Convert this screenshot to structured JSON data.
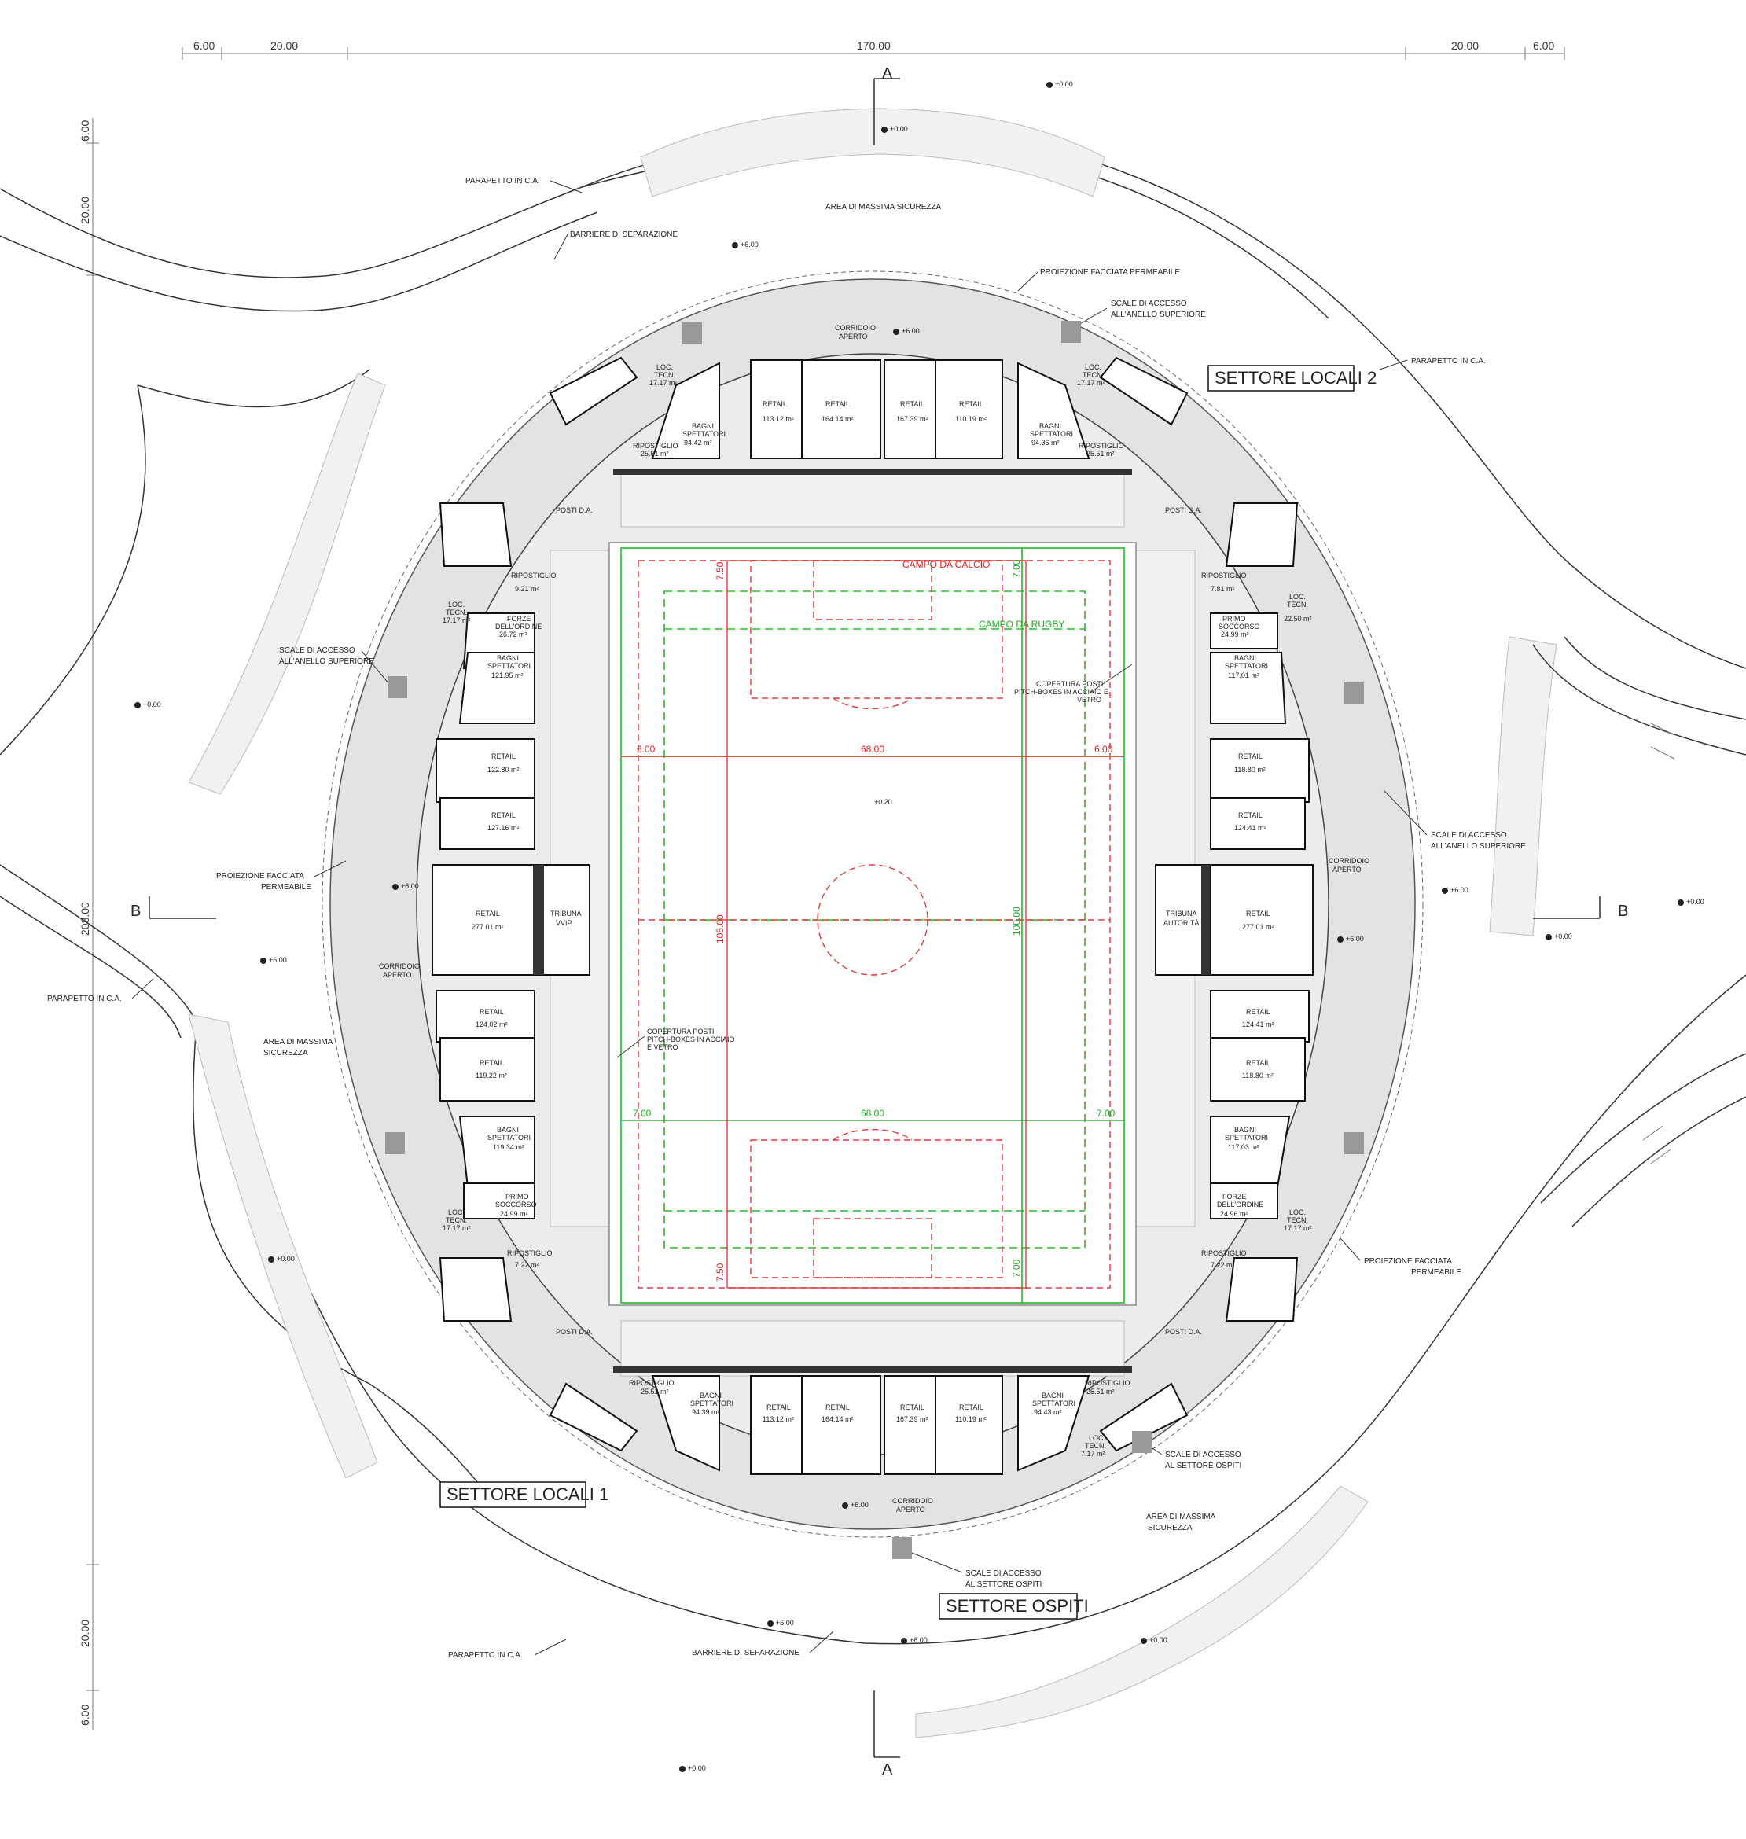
{
  "dimensions": {
    "top": [
      "6.00",
      "20.00",
      "170.00",
      "20.00",
      "6.00"
    ],
    "left": [
      "6.00",
      "20.00",
      "208.00",
      "20.00",
      "6.00"
    ],
    "pitch": {
      "width_top": "68.00",
      "width_bottom": "68.00",
      "margin_red": "6.00",
      "margin_green": "7.00",
      "length_red": "105.00",
      "length_green": "100.00",
      "end_red": "7.50",
      "end_green": "7.00"
    }
  },
  "section_marks": {
    "a": "A",
    "b": "B"
  },
  "sectors": {
    "locali_2": "SETTORE LOCALI 2",
    "locali_1": "SETTORE LOCALI 1",
    "ospiti": "SETTORE OSPITI"
  },
  "fields": {
    "calcio": "CAMPO DA CALCIO",
    "rugby": "CAMPO DA RUGBY"
  },
  "annotations": {
    "parapetto": "PARAPETTO IN C.A.",
    "massima_sicurezza": "AREA DI MASSIMA SICUREZZA",
    "massima_l1": "AREA DI MASSIMA",
    "massima_l2": "SICUREZZA",
    "barriere": "BARRIERE DI SEPARAZIONE",
    "proiezione": "PROIEZIONE FACCIATA PERMEABILE",
    "proiezione_l1": "PROIEZIONE FACCIATA",
    "proiezione_l2": "PERMEABILE",
    "scale_anello_l1": "SCALE DI ACCESSO",
    "scale_anello_l2": "ALL'ANELLO SUPERIORE",
    "scale_ospiti_l1": "SCALE DI ACCESSO",
    "scale_ospiti_l2": "AL SETTORE OSPITI",
    "corridoio_l1": "CORRIDOIO",
    "corridoio_l2": "APERTO",
    "posti_da": "POSTI D.A.",
    "copertura_l1": "COPERTURA POSTI",
    "copertura_l2": "PITCH-BOXES IN ACCIAIO E",
    "copertura_l3": "VETRO",
    "copertura_b_l1": "COPERTURA POSTI",
    "copertura_b_l2": "PITCH-BOXES IN ACCIAIO",
    "copertura_b_l3": "E VETRO"
  },
  "levels": {
    "zero": "+0.00",
    "six": "+6.00",
    "pitch": "+0.20"
  },
  "rooms": {
    "retail": "RETAIL",
    "bagni_l1": "BAGNI",
    "bagni_l2": "SPETTATORI",
    "ripostiglio": "RIPOSTIGLIO",
    "loc_l1": "LOC.",
    "loc_l2": "TECN.",
    "forze_l1": "FORZE",
    "forze_l2": "DELL'ORDINE",
    "primo_l1": "PRIMO",
    "primo_l2": "SOCCORSO",
    "tribuna": "TRIBUNA",
    "vvip": "VVIP",
    "autorita": "AUTORITÀ",
    "areas": {
      "top_retail": [
        "113.12 m²",
        "164.14 m²",
        "167.39 m²",
        "110.19 m²"
      ],
      "bottom_retail": [
        "113.12 m²",
        "164.14 m²",
        "167.39 m²",
        "110.19 m²"
      ],
      "top_bagni": [
        "94.42 m²",
        "94.36 m²"
      ],
      "bottom_bagni": [
        "94.39 m²",
        "94.43 m²"
      ],
      "top_rip": [
        "25.51 m²",
        "25.51 m²"
      ],
      "bottom_rip": [
        "25.51 m²",
        "25.51 m²"
      ],
      "loc_tl": "17.17 m²",
      "loc_tr": "17.17 m²",
      "loc_ml": "17.17 m²",
      "loc_mr": "22.50 m²",
      "loc_bl": "17.17 m²",
      "loc_br": "17.17 m²",
      "loc_bbl": "7.17 m²",
      "rip_ul": "9.21 m²",
      "rip_ur": "7.81 m²",
      "rip_ll": "7.22 m²",
      "rip_lr": "7.22 m²",
      "forze_ul": "26.72 m²",
      "primo_ur": "24.99 m²",
      "bagni_ul": "121.95 m²",
      "bagni_ur": "117.01 m²",
      "left_retail": [
        "122.80 m²",
        "127.16 m²",
        "277.01 m²",
        "124.02 m²",
        "119.22 m²"
      ],
      "right_retail": [
        "118.80 m²",
        "124.41 m²",
        "277.01 m²",
        "124.41 m²",
        "118.80 m²"
      ],
      "bagni_ll": "119.34 m²",
      "bagni_lr": "117.03 m²",
      "primo_ll": "24.99 m²",
      "forze_lr": "24.96 m²"
    }
  }
}
